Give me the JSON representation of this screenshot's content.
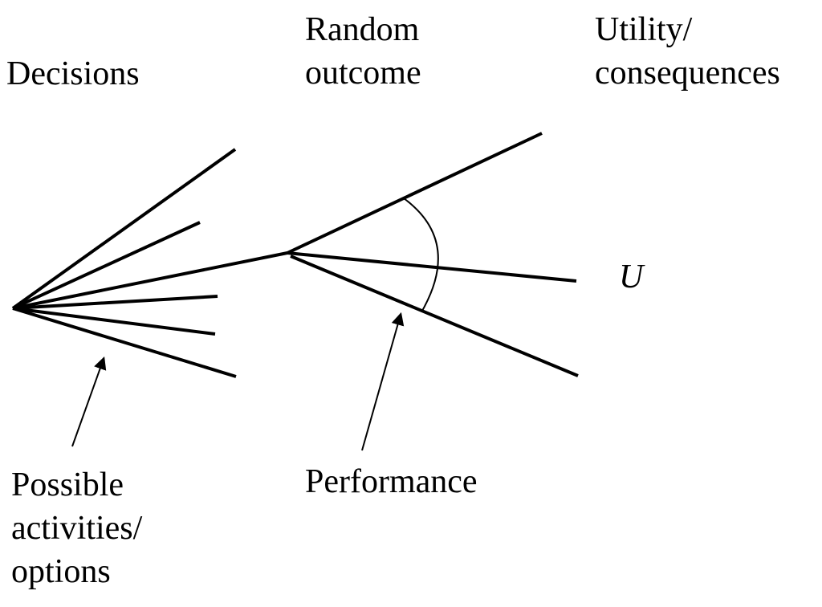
{
  "diagram": {
    "type": "decision-tree",
    "labels": {
      "decisions": "Decisions",
      "random_outcome": [
        "Random",
        "outcome"
      ],
      "utility": [
        "Utility/",
        "consequences"
      ],
      "u_symbol": "U",
      "possible": [
        "Possible",
        "activities/",
        "options"
      ],
      "performance": "Performance"
    },
    "decision_branch_count": 6,
    "outcome_branch_count": 3,
    "colors": {
      "line": "#000000",
      "background": "#ffffff",
      "text": "#000000"
    }
  }
}
